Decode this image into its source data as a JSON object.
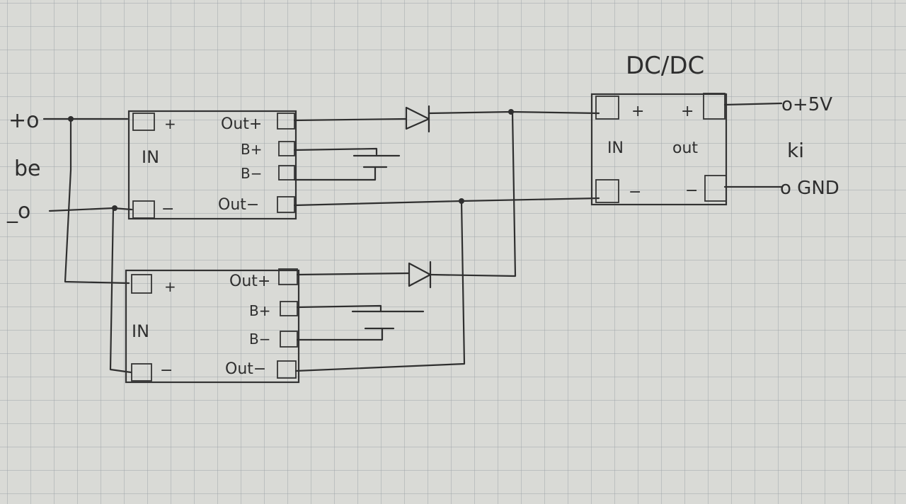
{
  "paper": {
    "color": "#d9dad6",
    "grid_color": "#9aa0a6",
    "ink_color": "#2f2f2f"
  },
  "input": {
    "plus_label": "+o",
    "name_label": "be",
    "minus_label": "_o"
  },
  "module_top": {
    "in_plus": "+",
    "in_label": "IN",
    "in_minus": "−",
    "out_plus": "Out+",
    "b_plus": "B+",
    "b_minus": "B−",
    "out_minus": "Out−"
  },
  "module_bottom": {
    "in_plus": "+",
    "in_label": "IN",
    "in_minus": "−",
    "out_plus": "Out+",
    "b_plus": "B+",
    "b_minus": "B−",
    "out_minus": "Out−"
  },
  "dcdc": {
    "title": "DC/DC",
    "in_plus": "+",
    "in_label": "IN",
    "in_minus": "−",
    "out_plus": "+",
    "out_label": "out",
    "out_minus": "−"
  },
  "output": {
    "plus5v_label": "o+5V",
    "name_label": "ki",
    "gnd_label": "o GND"
  },
  "icons": [
    "diode-symbol",
    "battery-symbol",
    "terminal-screw"
  ]
}
